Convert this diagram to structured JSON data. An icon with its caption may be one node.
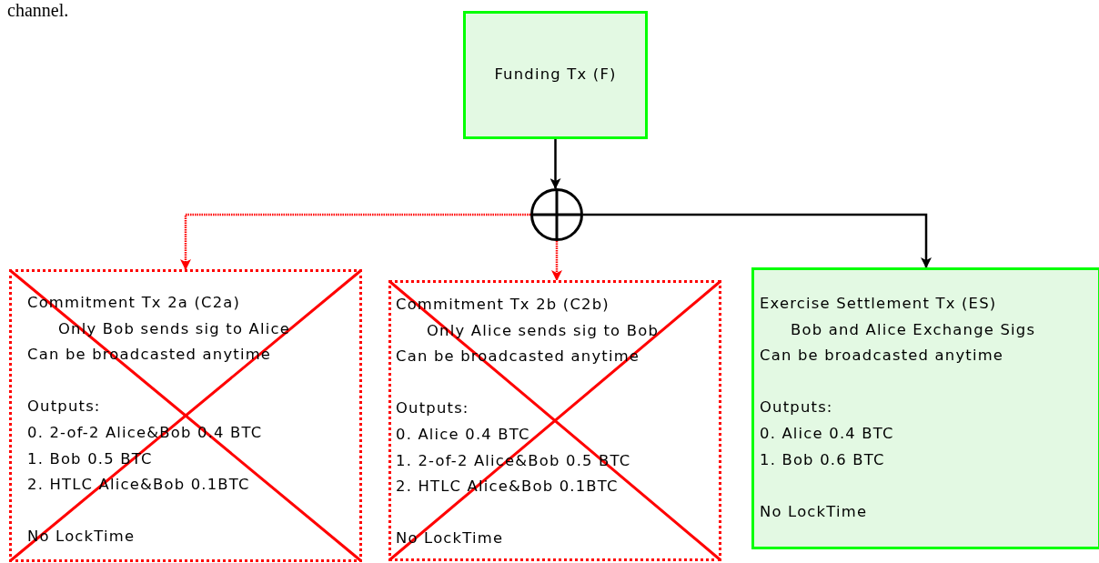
{
  "diagram": {
    "nodes": [
      {
        "text": [
          "Funding Tx (F)"
        ]
      },
      {
        "text": [],
        "shape": "circle"
      },
      {
        "text": [
          "Commitment Tx 2a (C2a)",
          "Only Bob sends sig to Alice",
          "Can be broadcasted anytime",
          "Outputs:",
          "0. 2-of-2 Alice&Bob 0.4 BTC",
          "1. Bob 0.5 BTC",
          "2. HTLC Alice&Bob 0.1BTC",
          "No LockTime"
        ]
      },
      {
        "text": [
          "Commitment Tx 2b (C2b)",
          "Only Alice sends sig to Bob",
          "Can be broadcasted anytime",
          "Outputs:",
          "0. Alice 0.4 BTC",
          "1. 2-of-2 Alice&Bob 0.5 BTC",
          "2. HTLC Alice&Bob 0.1BTC",
          "No LockTime"
        ]
      },
      {
        "text": [
          "Exercise Settlement Tx (ES)",
          "Bob and Alice Exchange Sigs",
          "Can be broadcasted anytime",
          "Outputs:",
          "0. Alice 0.4 BTC",
          "1. Bob 0.6 BTC",
          "No LockTime"
        ]
      }
    ],
    "edges": [
      {
        "from": 0,
        "to": 1,
        "arrow": "to"
      },
      {
        "from": 1,
        "to": 2,
        "arrow": "to",
        "style": "dashed",
        "color": "#ff0000"
      },
      {
        "from": 1,
        "to": 3,
        "arrow": "to",
        "style": "dashed",
        "color": "#ff0000"
      },
      {
        "from": 1,
        "to": 4,
        "arrow": "to"
      }
    ],
    "labels": [
      "channel."
    ]
  }
}
